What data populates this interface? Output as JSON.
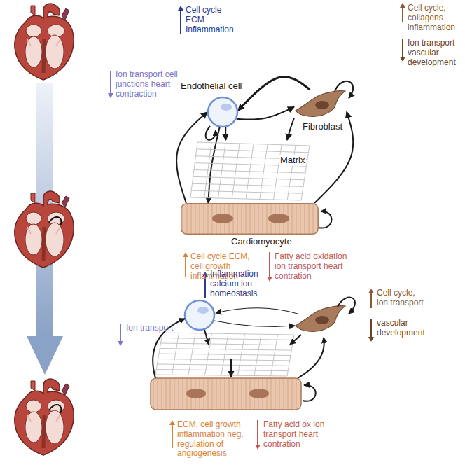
{
  "diagram": {
    "nodes": [
      {
        "text": [
          "Endothelial cell"
        ]
      },
      {
        "text": [
          "Fibroblast"
        ]
      },
      {
        "text": [
          "Matrix"
        ]
      },
      {
        "text": [
          "Cardiomyocyte"
        ]
      }
    ],
    "edges": [
      {
        "from": 1,
        "to": 0,
        "arrow": "to"
      },
      {
        "from": 0,
        "to": 1,
        "arrow": "to"
      },
      {
        "from": 3,
        "to": 0,
        "arrow": "to"
      },
      {
        "from": 0,
        "to": 3,
        "arrow": "to"
      },
      {
        "from": 3,
        "to": 1,
        "arrow": "to"
      },
      {
        "from": 1,
        "to": 2,
        "arrow": "to"
      },
      {
        "from": 0,
        "to": 2,
        "arrow": "to"
      }
    ],
    "labels": [
      "Cell cycle ECM Inflammation",
      "Ion transport cell junctions heart contraction",
      "Cell cycle, collagens inflammation",
      "Ion transport vascular development",
      "Cell cycle ECM, cell growth inflammation",
      "Fatty acid oxidation ion transport heart contration",
      "Inflammation calcium ion homeostasis",
      "Ion transport",
      "Cell cycle, ion transport",
      "vascular development",
      "ECM, cell growth inflammation neg. regulation of angiogenesis",
      "Fatty acid ox ion transport heart contration"
    ]
  }
}
